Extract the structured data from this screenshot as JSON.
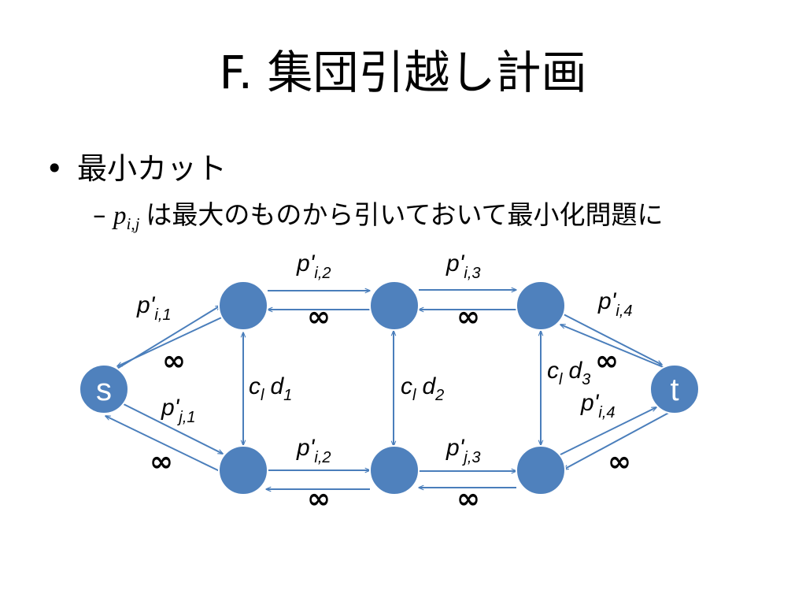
{
  "title": "F. 集団引越し計画",
  "bullet": {
    "marker": "•",
    "text": "最小カット"
  },
  "sub_bullet": {
    "dash": "–",
    "var": "p",
    "var_sub": "i,j",
    "text": "は最大のものから引いておいて最小化問題に"
  },
  "nodes": {
    "s_label": "s",
    "t_label": "t"
  },
  "colors": {
    "node_fill": "#4f81bd",
    "node_stroke": "#ffffff",
    "edge": "#4a7ebb"
  },
  "labels": {
    "p_top_2": {
      "main": "p'",
      "sub": "i,2"
    },
    "p_top_3": {
      "main": "p'",
      "sub": "i,3"
    },
    "p_s_1": {
      "main": "p'",
      "sub": "i,1"
    },
    "p_t_4": {
      "main": "p'",
      "sub": "i,4"
    },
    "p_bot_1": {
      "main": "p'",
      "sub": "j,1"
    },
    "p_bot_2": {
      "main": "p'",
      "sub": "i,2"
    },
    "p_bot_3": {
      "main": "p'",
      "sub": "j,3"
    },
    "p_bot_4": {
      "main": "p'",
      "sub": "i,4"
    },
    "c_d1": {
      "c": "c",
      "c_sub": "l",
      "d": "d",
      "d_sub": "1"
    },
    "c_d2": {
      "c": "c",
      "c_sub": "l",
      "d": "d",
      "d_sub": "2"
    },
    "c_d3": {
      "c": "c",
      "c_sub": "l",
      "d": "d",
      "d_sub": "3"
    },
    "infinity": "∞"
  }
}
